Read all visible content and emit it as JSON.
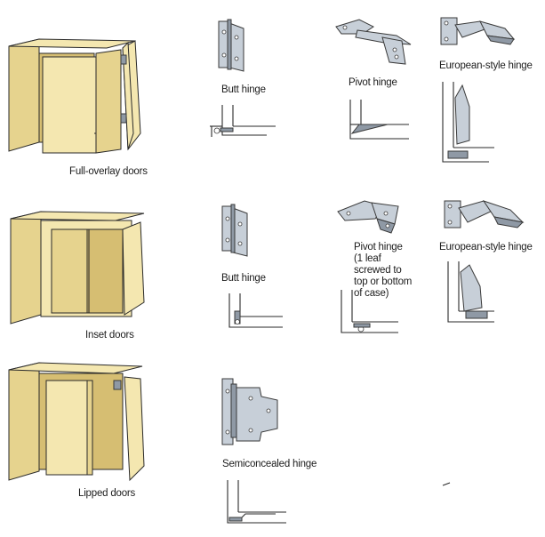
{
  "rows": [
    {
      "cabinet_label": "Full-overlay doors",
      "hinges": [
        "Butt hinge",
        "Pivot hinge",
        "European-style hinge"
      ]
    },
    {
      "cabinet_label": "Inset doors",
      "hinges": [
        "Butt hinge",
        "Pivot hinge",
        "European-style hinge"
      ],
      "pivot_note": [
        "(1 leaf",
        "screwed to",
        "top or bottom",
        "of case)"
      ]
    },
    {
      "cabinet_label": "Lipped doors",
      "hinges": [
        "Semiconcealed hinge"
      ]
    }
  ],
  "colors": {
    "wood": "#f4e7b0",
    "wood_shade": "#e6d38e",
    "wood_dark": "#d6be72",
    "metal": "#c7cfd8",
    "metal_dark": "#8f99a5",
    "line": "#2a2a2a"
  }
}
